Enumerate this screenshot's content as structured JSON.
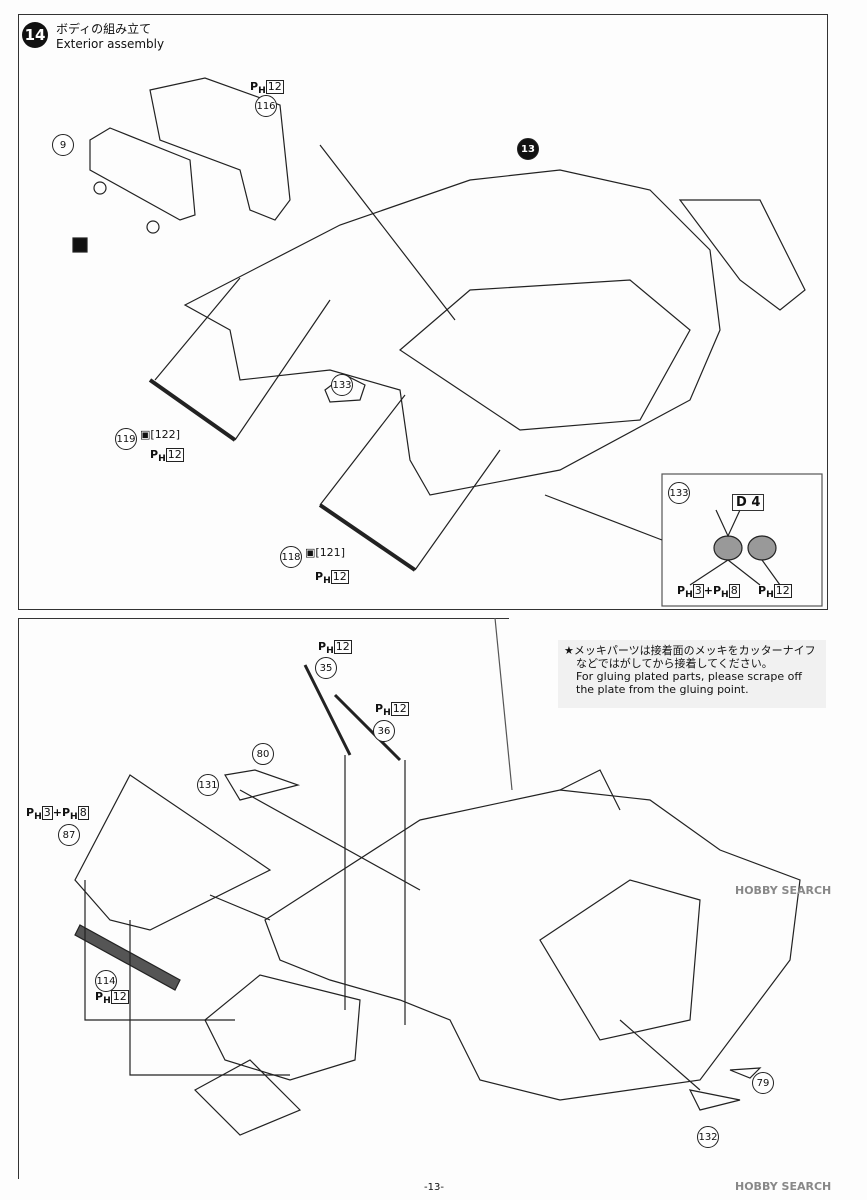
{
  "step": {
    "number": "14",
    "title_jp": "ボディの組み立て",
    "title_en": "Exterior assembly"
  },
  "callouts": {
    "p116": "116",
    "p9": "9",
    "step13": "13",
    "p133": "133",
    "p119": "119",
    "p122": "122",
    "p118": "118",
    "p121": "121",
    "p35": "35",
    "p36": "36",
    "p80": "80",
    "p131": "131",
    "p87": "87",
    "p114": "114",
    "p79": "79",
    "p132": "132"
  },
  "paint": {
    "ph": "P",
    "sub": "H",
    "c12": "12",
    "c3": "3",
    "c8": "8",
    "plus": "+"
  },
  "detail_panel": {
    "part": "133",
    "decal_letter": "D",
    "decal_number": "4"
  },
  "note": {
    "jp_line1": "★メッキパーツは接着面のメッキをカッターナイフ",
    "jp_line2": "などではがしてから接着してください。",
    "en": "For gluing plated parts, please scrape off the plate from the gluing point."
  },
  "watermark": "HOBBY SEARCH",
  "page_number": "-13-"
}
